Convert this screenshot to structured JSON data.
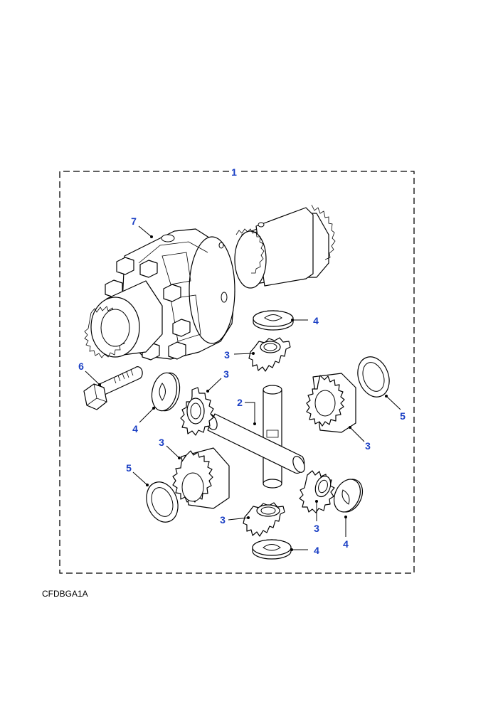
{
  "diagram": {
    "code": "CFDBGA1A",
    "colors": {
      "callout": "#1a3fc4",
      "line": "#000000",
      "background": "#ffffff"
    },
    "callouts": {
      "assembly": "1",
      "cross_shaft": "2",
      "gear_center_top": "3",
      "gear_left_pinion": "3",
      "gear_right_side": "3",
      "gear_left_side": "3",
      "gear_center_bottom": "3",
      "gear_right_pinion": "3",
      "washer_center_top": "4",
      "washer_left": "4",
      "washer_center_bottom": "4",
      "washer_right": "4",
      "thrust_washer_right": "5",
      "thrust_washer_left": "5",
      "bolt": "6",
      "housing": "7"
    }
  }
}
